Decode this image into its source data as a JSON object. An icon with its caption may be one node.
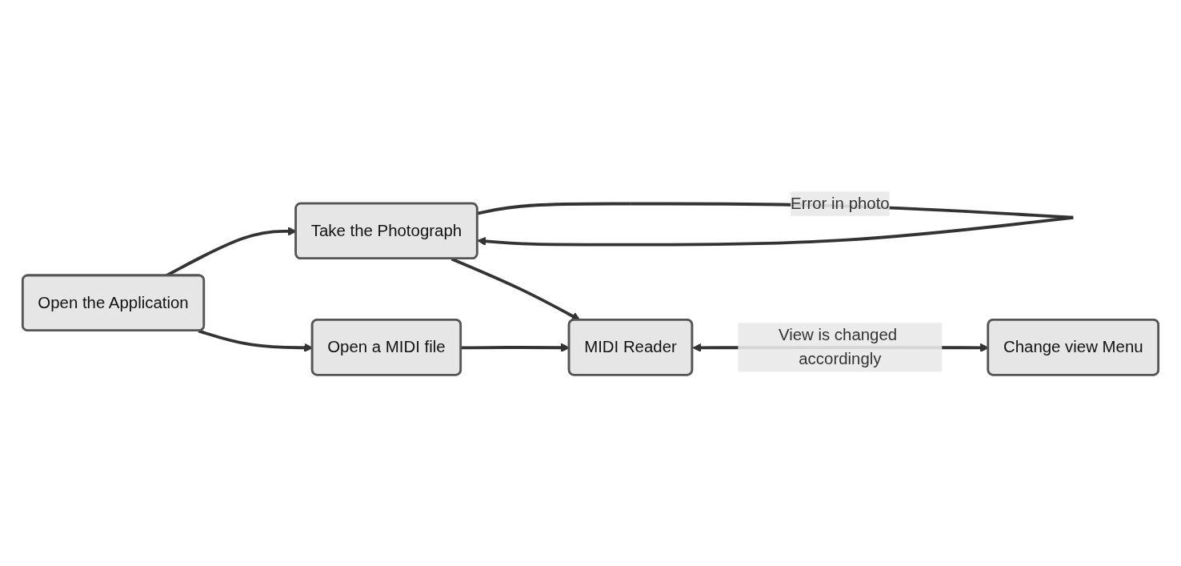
{
  "diagram": {
    "nodes": [
      {
        "text": [
          "Open the Application"
        ]
      },
      {
        "text": [
          "Take the Photograph"
        ]
      },
      {
        "text": [
          "Open a MIDI file"
        ]
      },
      {
        "text": [
          "MIDI Reader"
        ]
      },
      {
        "text": [
          "Change view Menu"
        ]
      }
    ],
    "edges": [
      {
        "from": 0,
        "to": 1,
        "arrow": "to"
      },
      {
        "from": 0,
        "to": 2,
        "arrow": "to"
      },
      {
        "from": 1,
        "to": 1,
        "arrow": "to",
        "label": "Error in photo"
      },
      {
        "from": 1,
        "to": 3,
        "arrow": "to"
      },
      {
        "from": 2,
        "to": 3,
        "arrow": "to"
      },
      {
        "from": 3,
        "to": 4,
        "arrow": "both",
        "label": "View is changed accordingly"
      }
    ]
  }
}
